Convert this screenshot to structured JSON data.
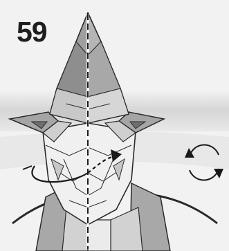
{
  "step": {
    "number": "59"
  },
  "symbols": {
    "main_diagram": "origami-model-head-with-hood",
    "fold_line": "dashed-valley-fold-line",
    "action_arrow": "curved-rotate-behind-arrow",
    "side_symbol": "turn-over-icon"
  },
  "colors": {
    "background": "#f2f2f2",
    "band": "#cfcfcf",
    "paper_dark": "#9c9c9c",
    "paper_mid": "#bdbdbd",
    "paper_light": "#e8e8e8",
    "line": "#2a2a2a"
  }
}
